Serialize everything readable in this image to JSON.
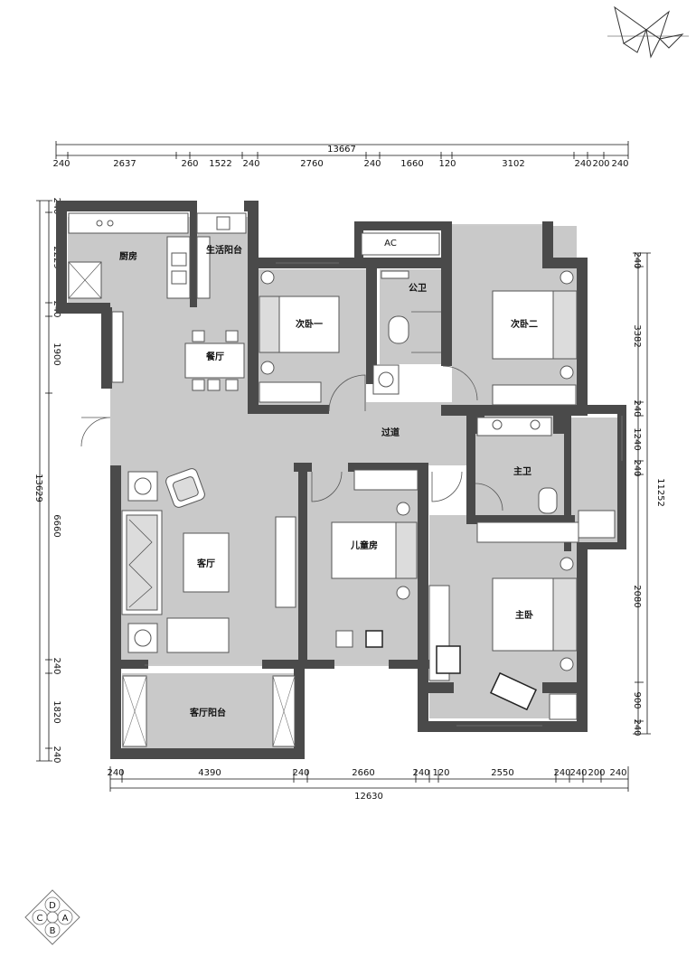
{
  "dimensions": {
    "top": {
      "total": "13667",
      "segments": [
        "240",
        "2637",
        "260",
        "1522",
        "240",
        "2760",
        "240",
        "1660",
        "120",
        "3102",
        "240",
        "200",
        "240"
      ]
    },
    "bottom": {
      "total": "12630",
      "segments": [
        "240",
        "4390",
        "240",
        "2660",
        "240",
        "120",
        "2550",
        "240",
        "240",
        "200",
        "240"
      ]
    },
    "left": {
      "total": "13629",
      "segments": [
        "240",
        "2229",
        "240",
        "1900",
        "6660",
        "240",
        "1820",
        "240"
      ]
    },
    "right": {
      "total": "11252",
      "segments": [
        "240",
        "3382",
        "240",
        "1240",
        "240",
        "2080",
        "900",
        "240"
      ]
    }
  },
  "rooms": {
    "kitchen": "厨房",
    "balcony_small": "生活阳台",
    "dining": "餐厅",
    "bedroom_one": "次卧一",
    "public_bath": "公卫",
    "bedroom_two": "次卧二",
    "corridor": "过道",
    "master_bath": "主卫",
    "living": "客厅",
    "kids_room": "儿童房",
    "master_bedroom": "主卧",
    "living_balcony": "客厅阳台"
  },
  "fixtures": {
    "ac_label": "AC"
  },
  "compass": {
    "letters": [
      "D",
      "C",
      "A",
      "B"
    ]
  }
}
